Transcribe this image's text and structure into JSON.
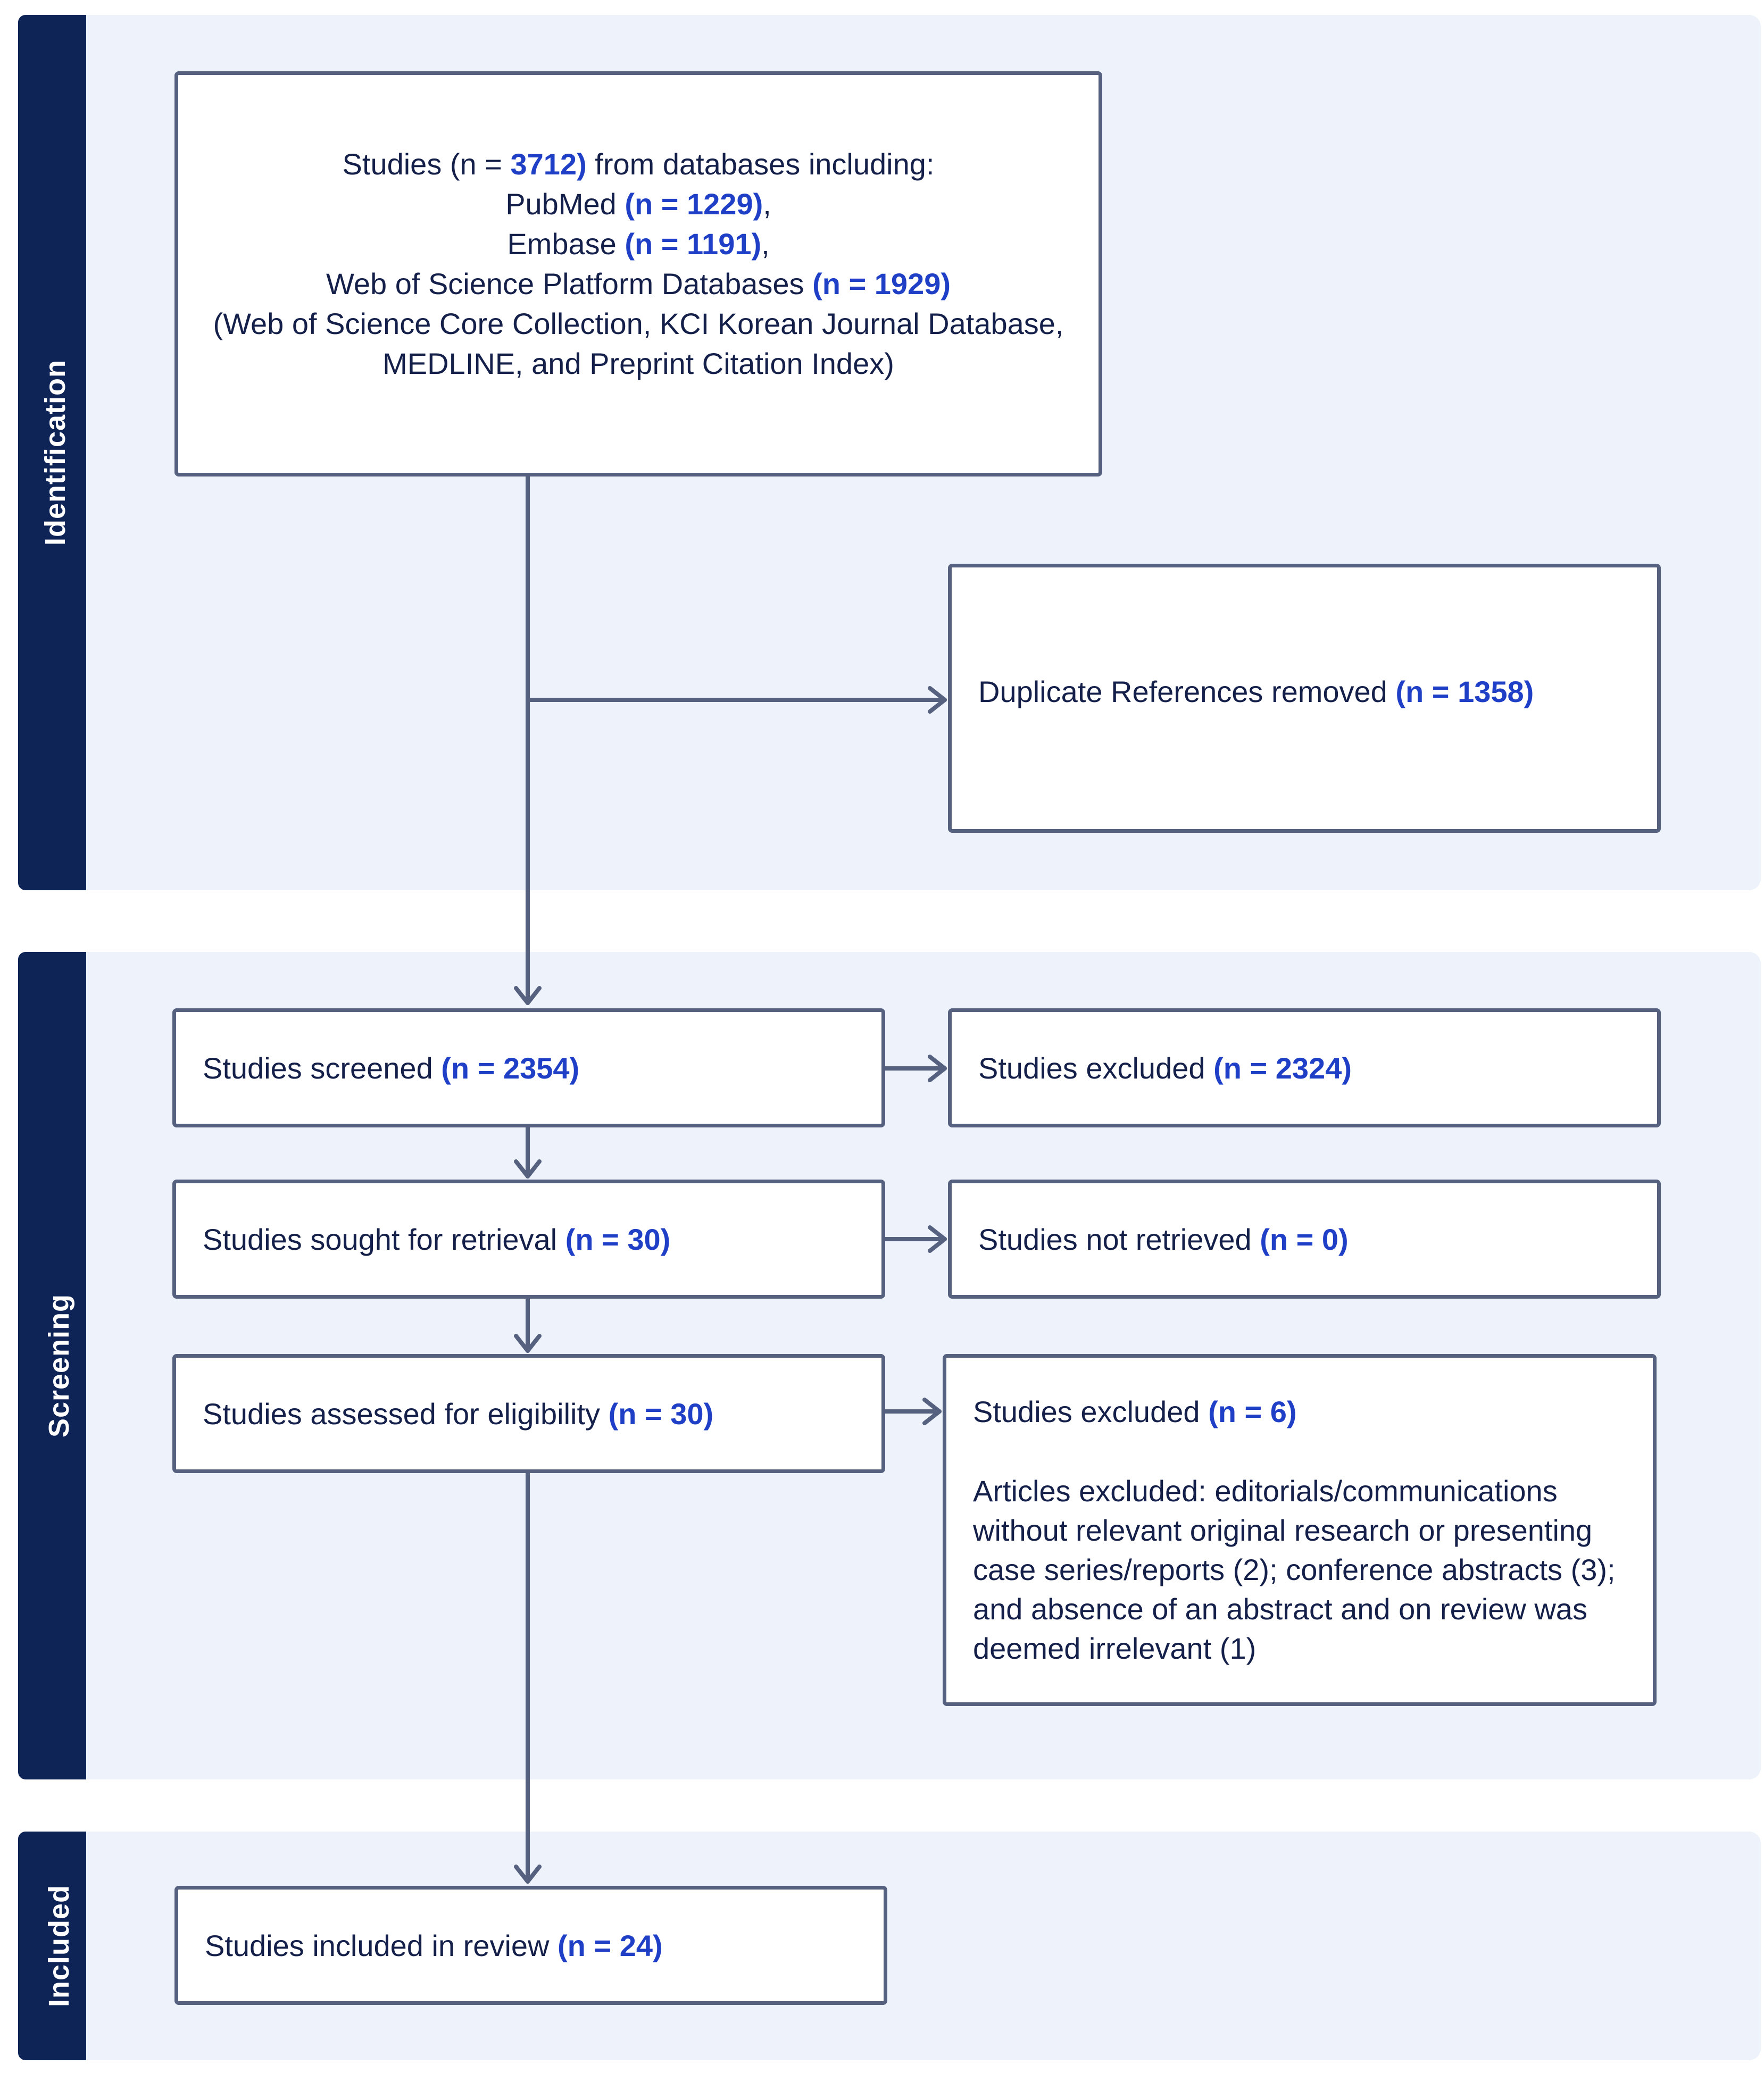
{
  "stages": {
    "identification": "Identification",
    "screening": "Screening",
    "included": "Included"
  },
  "identification": {
    "sources": {
      "line1_pre": "Studies (n = ",
      "line1_n": "3712)",
      "line1_post": " from databases including:",
      "pubmed_label": "PubMed ",
      "pubmed_n": "(n = 1229)",
      "pubmed_post": ",",
      "embase_label": "Embase ",
      "embase_n": "(n = 1191)",
      "embase_post": ",",
      "wos_label": "Web of Science Platform Databases ",
      "wos_n": "(n = 1929)",
      "wos_detail_1": "(Web of Science Core Collection, KCI Korean Journal Database,",
      "wos_detail_2": "MEDLINE, and Preprint Citation Index)"
    },
    "duplicates": {
      "label": "Duplicate References removed ",
      "n": "(n = 1358)"
    }
  },
  "screening": {
    "screened": {
      "label": "Studies screened ",
      "n": "(n = 2354)"
    },
    "excluded": {
      "label": "Studies excluded ",
      "n": "(n = 2324)"
    },
    "sought": {
      "label": "Studies sought for retrieval ",
      "n": "(n = 30)"
    },
    "not_retrieved": {
      "label": "Studies not retrieved ",
      "n": "(n = 0)"
    },
    "assessed": {
      "label": "Studies assessed for eligibility ",
      "n": "(n = 30)"
    },
    "eligibility_excluded": {
      "label": "Studies excluded ",
      "n": "(n = 6)",
      "reasons": [
        "Articles excluded: editorials/communications",
        "without relevant original research or presenting",
        "case series/reports (2); conference abstracts (3);",
        "and absence of an abstract and on review was",
        "deemed irrelevant (1)"
      ]
    }
  },
  "included": {
    "review": {
      "label": "Studies included in review ",
      "n": "(n = 24)"
    }
  },
  "colors": {
    "band_bg": "#eef3fb",
    "tab_bg": "#0e2356",
    "box_border": "#55617f",
    "count_text": "#1f3fc7",
    "body_text": "#14204a"
  }
}
